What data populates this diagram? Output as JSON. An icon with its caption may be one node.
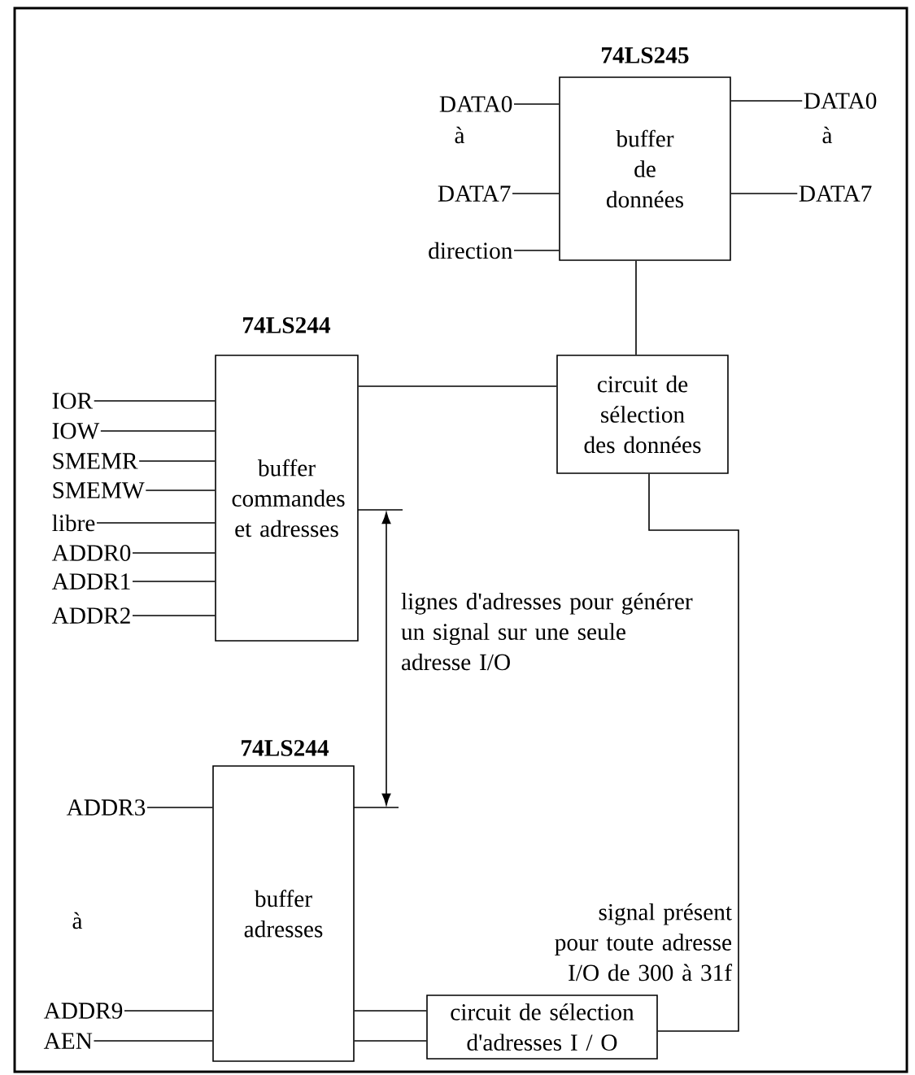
{
  "diagram": {
    "nodes": [
      {
        "text": [
          "74LS245",
          "buffer de données"
        ]
      },
      {
        "text": [
          "DATA0"
        ]
      },
      {
        "text": [
          "DATA7"
        ]
      },
      {
        "text": [
          "direction"
        ]
      },
      {
        "text": [
          "DATA0"
        ]
      },
      {
        "text": [
          "DATA7"
        ]
      },
      {
        "text": [
          "74LS244",
          "buffer commandes et adresses"
        ]
      },
      {
        "text": [
          "circuit de sélection des données"
        ]
      },
      {
        "text": [
          "IOR"
        ]
      },
      {
        "text": [
          "IOW"
        ]
      },
      {
        "text": [
          "SMEMR"
        ]
      },
      {
        "text": [
          "SMEMW"
        ]
      },
      {
        "text": [
          "libre"
        ]
      },
      {
        "text": [
          "ADDR0"
        ]
      },
      {
        "text": [
          "ADDR1"
        ]
      },
      {
        "text": [
          "ADDR2"
        ]
      },
      {
        "text": [
          "74LS244",
          "buffer adresses"
        ]
      },
      {
        "text": [
          "ADDR3"
        ]
      },
      {
        "text": [
          "ADDR9"
        ]
      },
      {
        "text": [
          "AEN"
        ]
      },
      {
        "text": [
          "circuit de sélection d'adresses I / O"
        ]
      }
    ],
    "edges": [
      {
        "from": 1,
        "to": 0,
        "arrow": "none"
      },
      {
        "from": 2,
        "to": 0,
        "arrow": "none"
      },
      {
        "from": 3,
        "to": 0,
        "arrow": "none"
      },
      {
        "from": 0,
        "to": 4,
        "arrow": "none"
      },
      {
        "from": 0,
        "to": 5,
        "arrow": "none"
      },
      {
        "from": 8,
        "to": 6,
        "arrow": "none"
      },
      {
        "from": 9,
        "to": 6,
        "arrow": "none"
      },
      {
        "from": 10,
        "to": 6,
        "arrow": "none"
      },
      {
        "from": 11,
        "to": 6,
        "arrow": "none"
      },
      {
        "from": 12,
        "to": 6,
        "arrow": "none"
      },
      {
        "from": 13,
        "to": 6,
        "arrow": "none"
      },
      {
        "from": 14,
        "to": 6,
        "arrow": "none"
      },
      {
        "from": 15,
        "to": 6,
        "arrow": "none"
      },
      {
        "from": 17,
        "to": 16,
        "arrow": "none"
      },
      {
        "from": 18,
        "to": 16,
        "arrow": "none"
      },
      {
        "from": 19,
        "to": 16,
        "arrow": "none"
      },
      {
        "from": 0,
        "to": 7,
        "arrow": "none"
      },
      {
        "from": 6,
        "to": 7,
        "arrow": "none"
      },
      {
        "from": 6,
        "to": 16,
        "arrow": "both",
        "label": "lignes d'adresses pour générer un signal sur une seule adresse I/O"
      },
      {
        "from": 16,
        "to": 20,
        "arrow": "none"
      },
      {
        "from": 16,
        "to": 20,
        "arrow": "none"
      },
      {
        "from": 20,
        "to": 7,
        "arrow": "none",
        "label": "signal présent pour toute adresse I/O de 300 à 31f"
      }
    ],
    "labels": [
      "à",
      "à",
      "à"
    ]
  }
}
